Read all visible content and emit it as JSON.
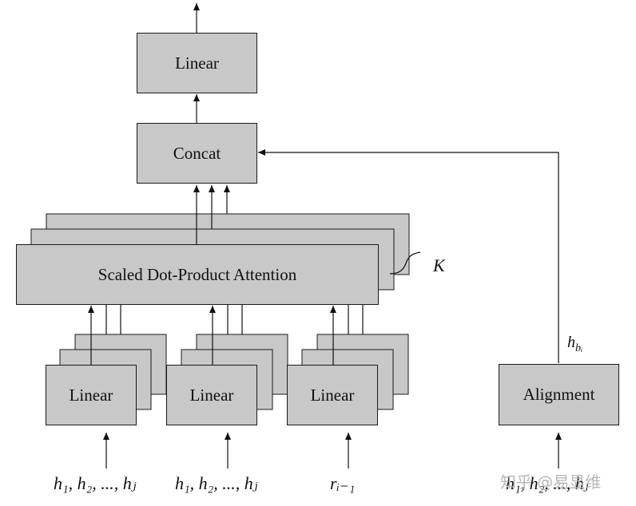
{
  "diagram": {
    "output_linear_label": "Linear",
    "concat_label": "Concat",
    "attention_label": "Scaled Dot-Product Attention",
    "k_label": "K",
    "proj1_label": "Linear",
    "proj2_label": "Linear",
    "proj3_label": "Linear",
    "alignment_label": "Alignment",
    "input1_label": "h₁, h₂, ..., hⱼ",
    "input2_label": "h₁, h₂, ..., hⱼ",
    "input3_label": "rᵢ₋₁",
    "input4_label": "h₁, h₂, ..., hⱼ",
    "hb_label": "h_{bᵢ}"
  },
  "watermark": "知乎 @易显维"
}
